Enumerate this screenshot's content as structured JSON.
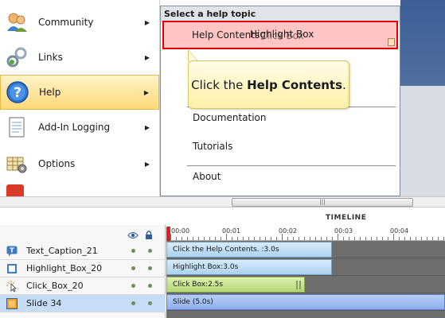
{
  "menu": {
    "items": [
      {
        "label": "Community",
        "icon": "community-icon"
      },
      {
        "label": "Links",
        "icon": "links-icon"
      },
      {
        "label": "Help",
        "icon": "help-icon"
      },
      {
        "label": "Add-In Logging",
        "icon": "log-icon"
      },
      {
        "label": "Options",
        "icon": "options-icon"
      }
    ]
  },
  "submenu": {
    "header": "Select a help topic",
    "items": [
      "Help Contents",
      "Documentation",
      "Tutorials",
      "About"
    ]
  },
  "overlay": {
    "highlight_label": "Highlight Box",
    "click_label": "Click Box",
    "caption_prefix": "Click the ",
    "caption_bold": "Help Contents",
    "caption_suffix": "."
  },
  "timeline": {
    "title": "TIMELINE",
    "ticks": [
      "00:00",
      "00:01",
      "00:02",
      "00:03",
      "00:04"
    ],
    "rows": [
      {
        "name": "Text_Caption_21",
        "clip": "Click the Help Contents. :3.0s"
      },
      {
        "name": "Highlight_Box_20",
        "clip": "Highlight Box:3.0s"
      },
      {
        "name": "Click_Box_20",
        "clip": "Click Box:2.5s"
      },
      {
        "name": "Slide 34",
        "clip": "Slide (5.0s)"
      }
    ]
  },
  "colors": {
    "highlight_border": "#e00000",
    "caption_fill": "#fff0a8",
    "selected_row": "#c6dcf7"
  }
}
